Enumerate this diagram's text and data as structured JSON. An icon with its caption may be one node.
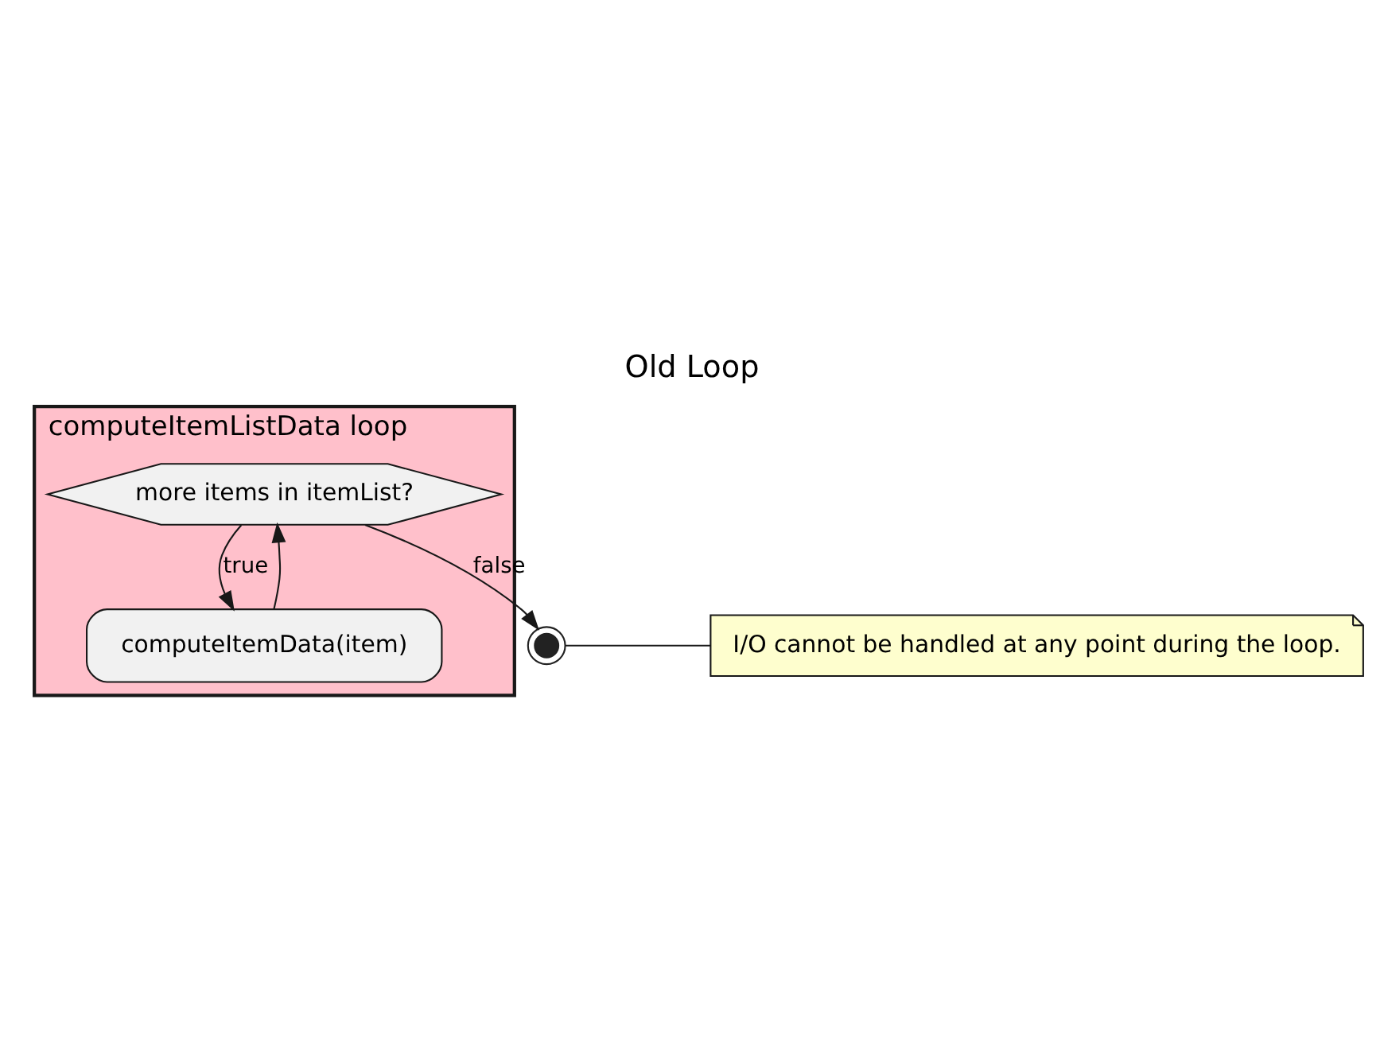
{
  "diagram": {
    "title": "Old Loop",
    "nodes": [
      {
        "text": [
          "computeItemListData loop"
        ]
      },
      {
        "text": [
          "more items in itemList?"
        ],
        "in": 0
      },
      {
        "text": [
          "computeItemData(item)"
        ],
        "in": 0
      },
      {
        "text": [],
        "shape": "circle"
      },
      {
        "text": [
          "I/O cannot be handled at any point during the loop."
        ]
      }
    ],
    "edges": [
      {
        "from": 1,
        "to": 2,
        "label": "true",
        "arrow": "to"
      },
      {
        "from": 2,
        "to": 1,
        "arrow": "to"
      },
      {
        "from": 1,
        "to": 3,
        "label": "false",
        "arrow": "to"
      },
      {
        "from": 4,
        "to": 3,
        "arrow": "none"
      }
    ]
  }
}
